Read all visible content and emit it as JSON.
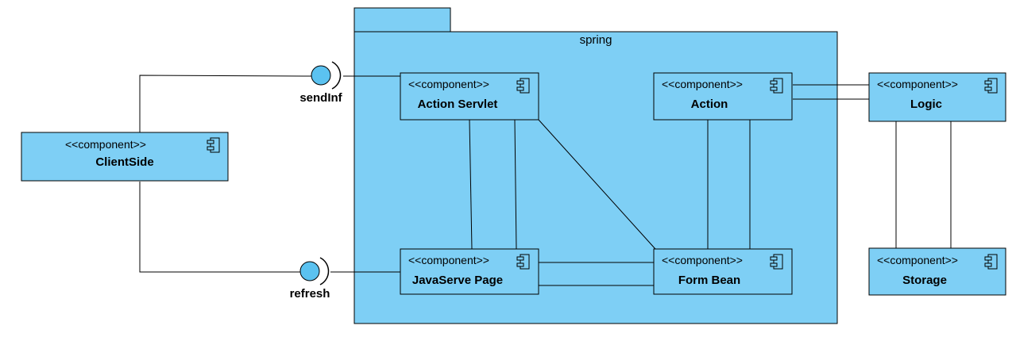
{
  "package": {
    "name": "spring"
  },
  "components": {
    "client_side": {
      "stereotype": "<<component>>",
      "name": "ClientSide"
    },
    "action_servlet": {
      "stereotype": "<<component>>",
      "name": "Action Servlet"
    },
    "action": {
      "stereotype": "<<component>>",
      "name": "Action"
    },
    "logic": {
      "stereotype": "<<component>>",
      "name": "Logic"
    },
    "javaserve_page": {
      "stereotype": "<<component>>",
      "name": "JavaServe Page"
    },
    "form_bean": {
      "stereotype": "<<component>>",
      "name": "Form Bean"
    },
    "storage": {
      "stereotype": "<<component>>",
      "name": "Storage"
    }
  },
  "interfaces": {
    "send_inf": {
      "name": "sendInf"
    },
    "refresh": {
      "name": "refresh"
    }
  },
  "colors": {
    "fill": "#7ecff5",
    "stroke": "#000000",
    "interface_fill": "#5bc2f0"
  }
}
